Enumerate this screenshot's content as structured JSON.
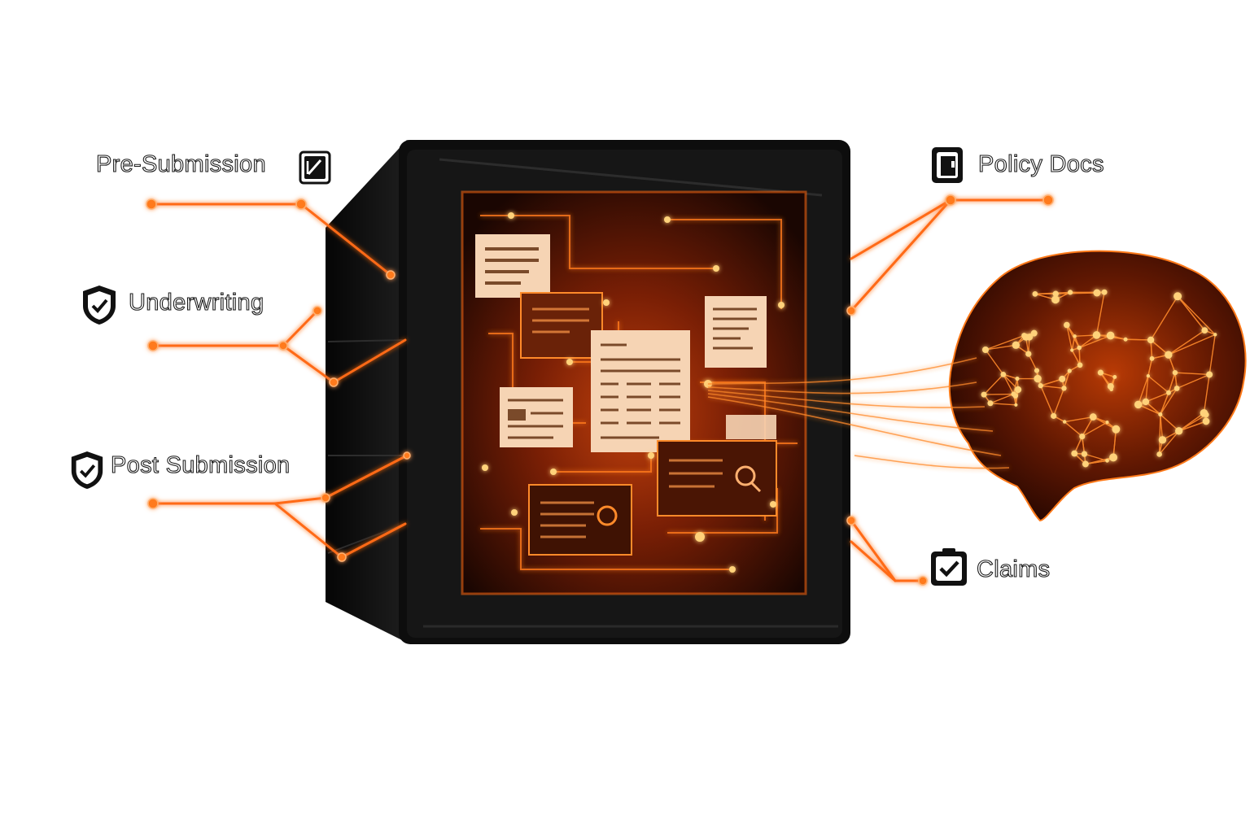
{
  "diagram": {
    "stages_left": [
      {
        "id": "pre-submission",
        "label": "Pre-Submission",
        "icon": "edit-square-icon"
      },
      {
        "id": "underwriting",
        "label": "Underwriting",
        "icon": "shield-check-icon"
      },
      {
        "id": "post-submission",
        "label": "Post Submission",
        "icon": "shield-check-icon"
      }
    ],
    "stages_right": [
      {
        "id": "policy-docs",
        "label": "Policy Docs",
        "icon": "document-icon"
      },
      {
        "id": "claims",
        "label": "Claims",
        "icon": "clipboard-check-icon"
      }
    ],
    "colors": {
      "accent": "#ff6a13",
      "glow": "#ffb347",
      "cube_body": "#0d0d0d",
      "paper": "#f6d4b4",
      "background": "#ffffff"
    }
  }
}
